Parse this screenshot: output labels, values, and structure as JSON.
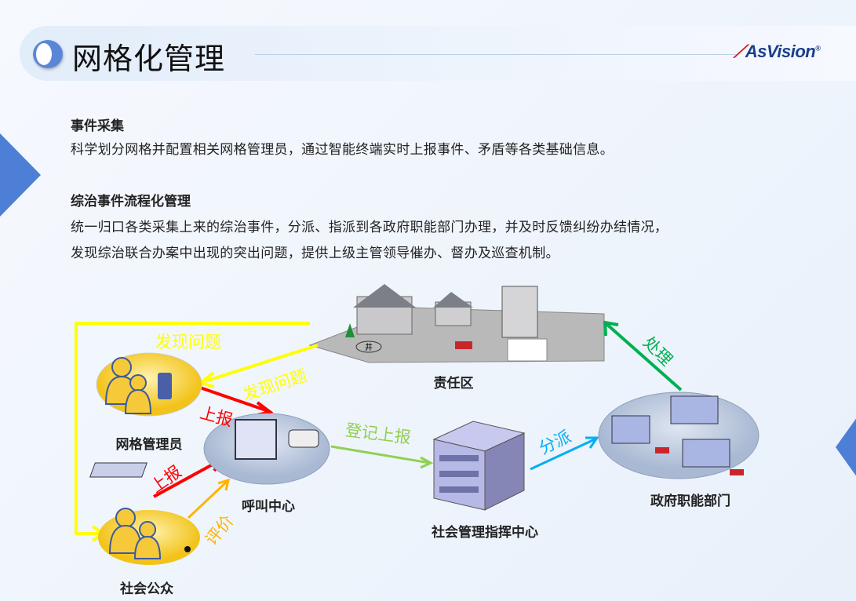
{
  "header": {
    "title": "网格化管理",
    "logo": "AsVision",
    "logo_mark": "®"
  },
  "sections": [
    {
      "heading": "事件采集",
      "lines": [
        "科学划分网格并配置相关网格管理员，通过智能终端实时上报事件、矛盾等各类基础信息。"
      ]
    },
    {
      "heading": "综治事件流程化管理",
      "lines": [
        "统一归口各类采集上来的综治事件，分派、指派到各政府职能部门办理，并及时反馈纠纷办结情况，",
        "发现综治联合办案中出现的突出问题，提供上级主管领导催办、督办及巡查机制。"
      ]
    }
  ],
  "diagram": {
    "nodes": {
      "zone": "责任区",
      "grid_manager": "网格管理员",
      "call_center": "呼叫中心",
      "public": "社会公众",
      "command_center": "社会管理指挥中心",
      "gov": "政府职能部门",
      "well_mark": "井"
    },
    "arrows": {
      "discover1": "发现问题",
      "discover2": "发现问题",
      "report1": "上报",
      "report2": "上报",
      "evaluate": "评价",
      "register": "登记上报",
      "dispatch": "分派",
      "handle": "处理"
    },
    "colors": {
      "yellow": "#ffff00",
      "red": "#ff0000",
      "orange": "#ffb400",
      "green": "#92d050",
      "cyan": "#00b0f0",
      "dkgreen": "#00b050"
    }
  }
}
